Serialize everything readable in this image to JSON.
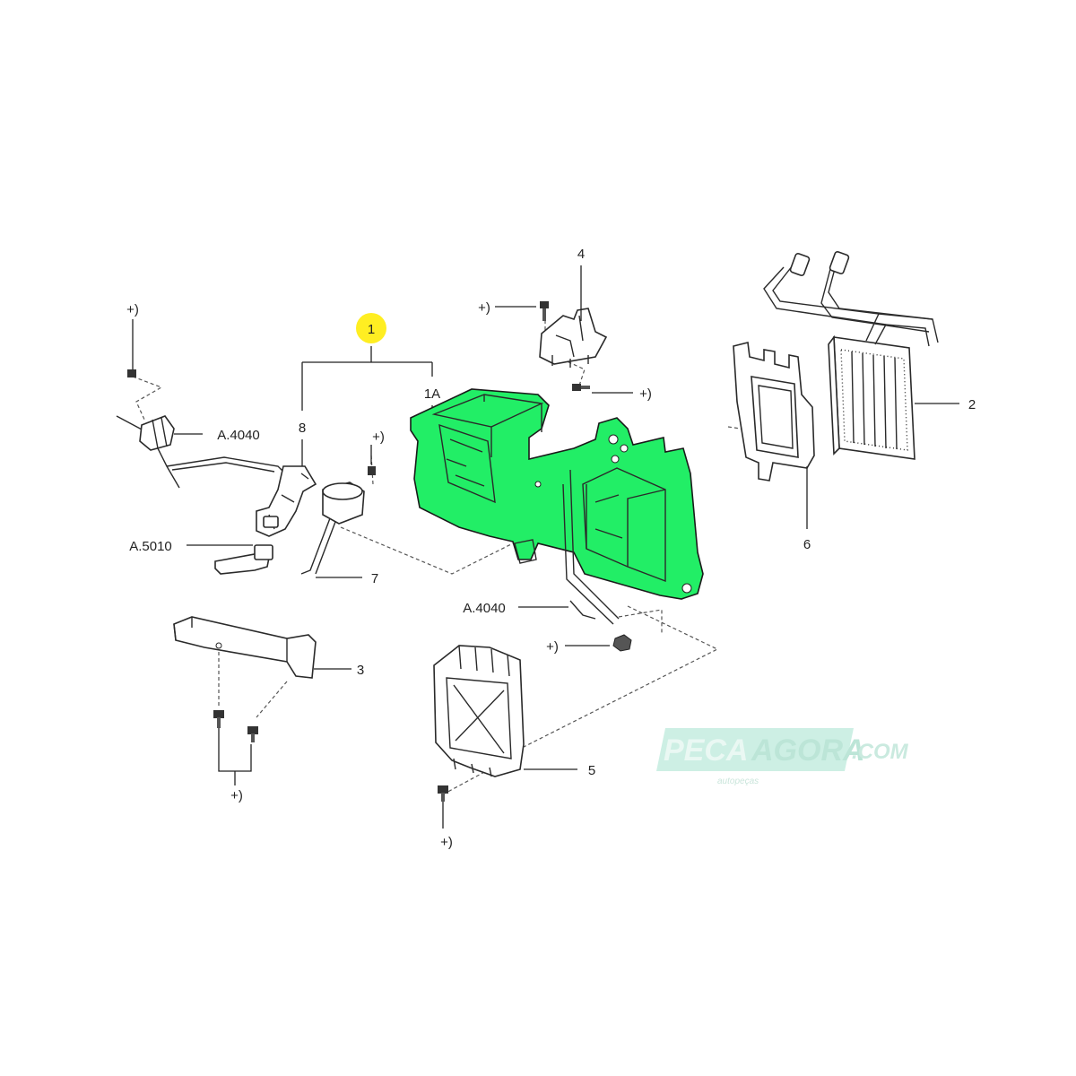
{
  "labels": {
    "part_1": "1",
    "part_1a": "1A",
    "part_2": "2",
    "part_3": "3",
    "part_4": "4",
    "part_5": "5",
    "part_6": "6",
    "part_7": "7",
    "part_8": "8",
    "ref_a4040_top": "A.4040",
    "ref_a4040_bottom": "A.4040",
    "ref_a5010": "A.5010",
    "fastener_1": "+)",
    "fastener_2": "+)",
    "fastener_3": "+)",
    "fastener_4": "+)",
    "fastener_5": "+)",
    "fastener_6": "+)",
    "fastener_7": "+)"
  },
  "watermark": {
    "brand_left": "PECA",
    "brand_right": "AGORA",
    "suffix": ".COM",
    "tagline": "autopeças"
  },
  "colors": {
    "highlight": "#22ee66",
    "callout_marker": "#ffee22",
    "watermark": "#bfe9dc"
  }
}
